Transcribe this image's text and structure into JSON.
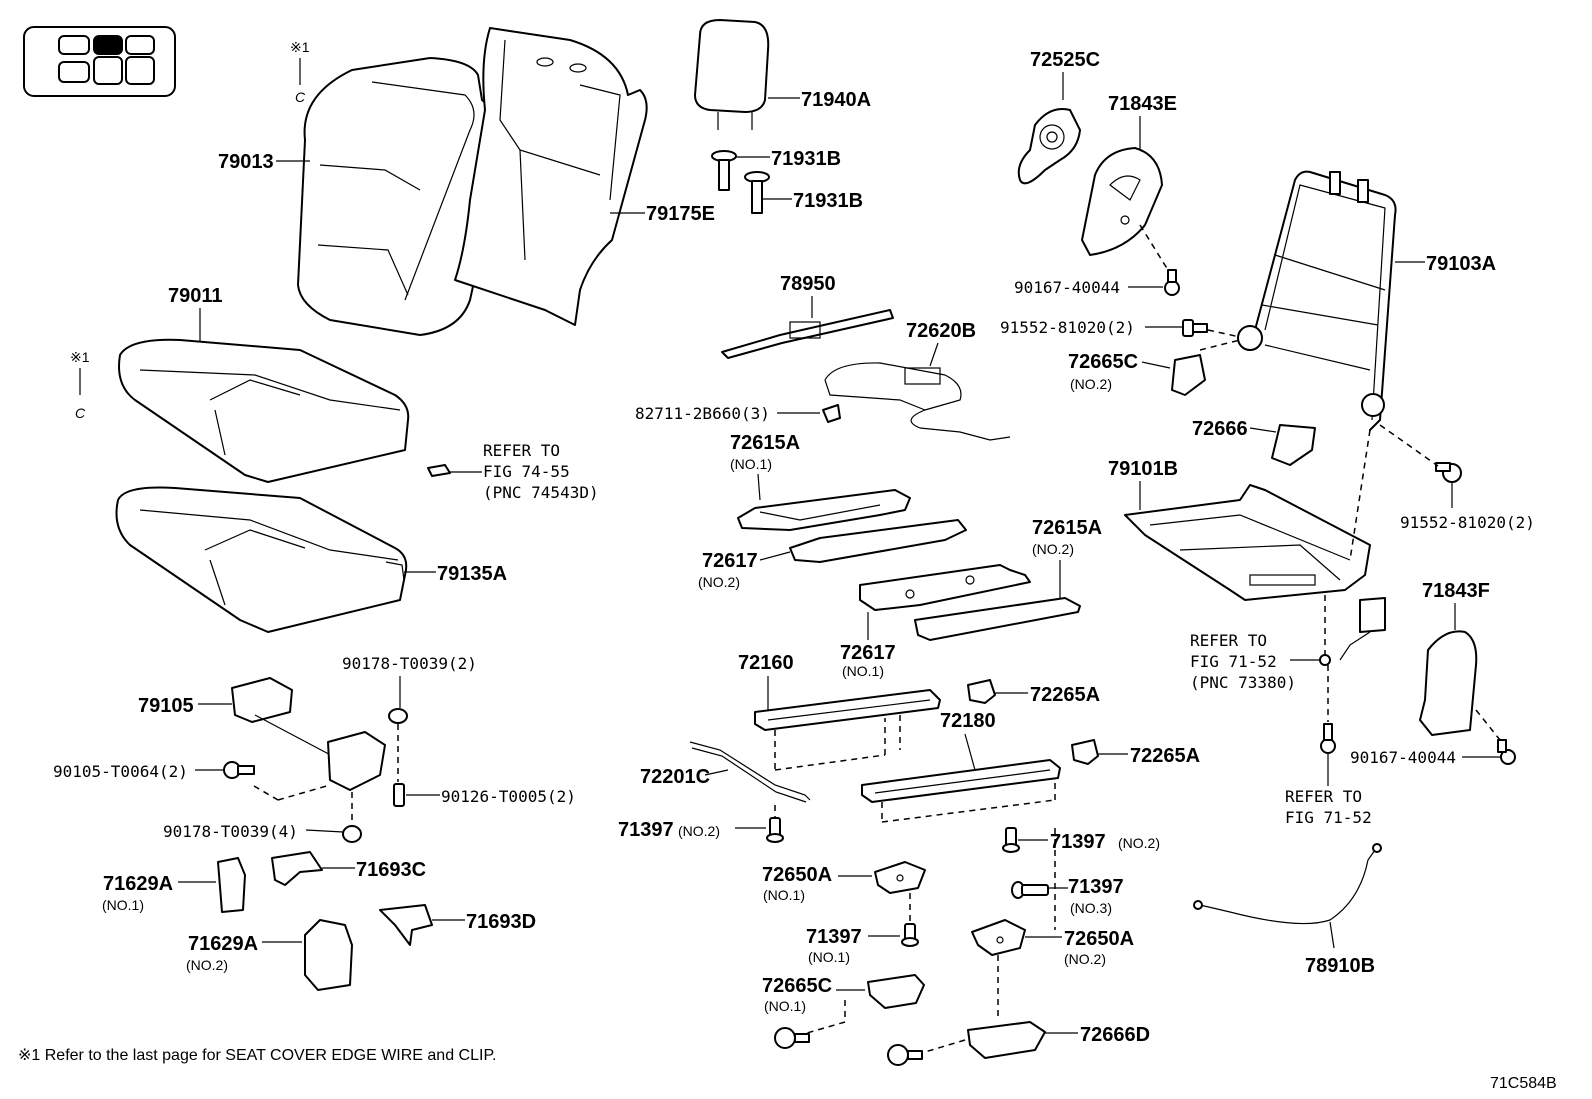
{
  "diagram_id": "71C584B",
  "footnote": "※1  Refer to the last page for SEAT COVER EDGE WIRE and CLIP.",
  "clip_marker": "※1",
  "clip_letter": "C",
  "refer_notes": {
    "fig_74_55": [
      "REFER TO",
      "FIG 74-55",
      "(PNC 74543D)"
    ],
    "fig_71_52_pnc": [
      "REFER TO",
      "FIG 71-52",
      "(PNC 73380)"
    ],
    "fig_71_52": [
      "REFER TO",
      "FIG 71-52"
    ]
  },
  "labels": {
    "p79013": "79013",
    "p79175E": "79175E",
    "p71940A": "71940A",
    "p71931B_a": "71931B",
    "p71931B_b": "71931B",
    "p72525C": "72525C",
    "p71843E": "71843E",
    "p79103A": "79103A",
    "p90167_a": "90167-40044",
    "p91552_a": "91552-81020(2)",
    "p72665C_top": "72665C",
    "p79011": "79011",
    "p78950": "78950",
    "p72620B": "72620B",
    "p82711": "82711-2B660(3)",
    "p72615A_1": "72615A",
    "p72666": "72666",
    "p91552_b": "91552-81020(2)",
    "p79101B": "79101B",
    "p72617_2": "72617",
    "p72615A_2": "72615A",
    "p79135A": "79135A",
    "p72617_1": "72617",
    "p71843F": "71843F",
    "p90178_2": "90178-T0039(2)",
    "p72160": "72160",
    "p72265A_a": "72265A",
    "p79105": "79105",
    "p72180": "72180",
    "p90167_b": "90167-40044",
    "p90105": "90105-T0064(2)",
    "p72201C": "72201C",
    "p72265A_b": "72265A",
    "p90126": "90126-T0005(2)",
    "p71397_a": "71397",
    "p90178_4": "90178-T0039(4)",
    "p71397_b": "71397",
    "p71693C": "71693C",
    "p71629A_1": "71629A",
    "p72650A_1": "72650A",
    "p71397_c": "71397",
    "p71693D": "71693D",
    "p71629A_2": "71629A",
    "p71397_d": "71397",
    "p72650A_2": "72650A",
    "p78910B": "78910B",
    "p72665C_bot": "72665C",
    "p72666D": "72666D"
  },
  "sublabels": {
    "no1": "(NO.1)",
    "no2": "(NO.2)",
    "no3": "(NO.3)"
  },
  "legend_grid": {
    "cells": 6,
    "highlighted_cell": 2,
    "highlight_color": "#000000"
  }
}
